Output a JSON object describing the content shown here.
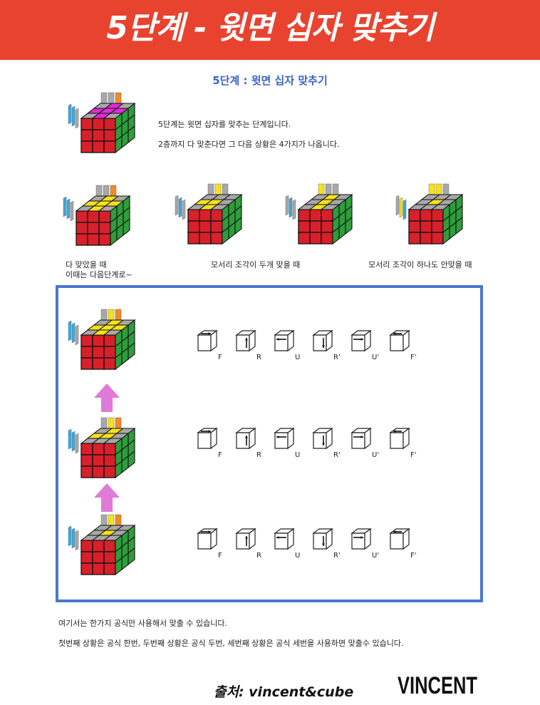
{
  "header": {
    "title": "5단계 - 윗면 십자 맞추기"
  },
  "subtitle": "5단계 : 윗면 십자 맞추기",
  "intro": {
    "line1": "5단계는 윗면 십자를 맞추는 단계입니다.",
    "line2": "2층까지 다 맞춘다면 그 다음 상황은 4가지가 나옵니다."
  },
  "cases": [
    {
      "caption_line1": "다 맞았을 때",
      "caption_line2": "이때는 다음단계로~"
    },
    {
      "caption_line1": "모서리 조각이 두개 맞을 때",
      "caption_line2": ""
    },
    {
      "caption_line1": "",
      "caption_line2": ""
    },
    {
      "caption_line1": "모서리 조각이 하나도 안맞을 때",
      "caption_line2": ""
    }
  ],
  "formula_moves": [
    "F",
    "R",
    "U",
    "R'",
    "U'",
    "F'"
  ],
  "notes": {
    "line1": "여기서는 한가지 공식만 사용해서 맞출 수 있습니다.",
    "line2": "첫번째 상황은 공식 한번, 두번째 상황은 공식 두번, 세번째 상황은 공식 세번을 사용하면 맞출수 있습니다."
  },
  "footer": {
    "source": "출처: vincent&cube",
    "logo_text": "VINCENT"
  },
  "colors": {
    "banner": "#e8432f",
    "accent_blue": "#4a78cc",
    "arrow_pink": "#e07ad8",
    "cube_red": "#d8202a",
    "cube_green": "#2e9e3c",
    "cube_yellow": "#f5e21c",
    "cube_gray": "#a8a8a8",
    "cube_magenta": "#e02ad8",
    "side_blue": "#3fa8e0",
    "side_orange": "#f08a2a"
  }
}
